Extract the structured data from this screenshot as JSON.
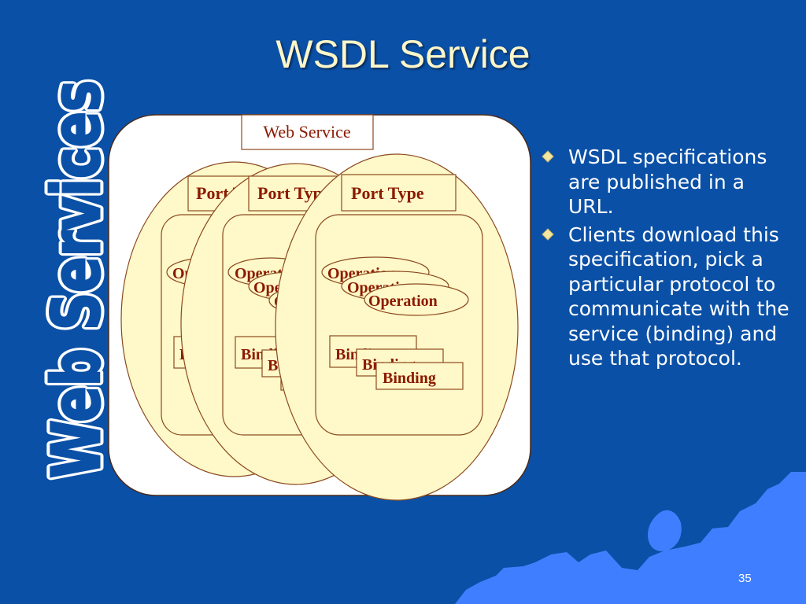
{
  "slide": {
    "title": "WSDL Service",
    "side_logo_text": "Web Services",
    "page_number": "35"
  },
  "diagram": {
    "service_label": "Web Service",
    "port_type_label": "Port Type",
    "operation_label": "Operation",
    "binding_label": "Binding"
  },
  "bullets": [
    "WSDL specifications are published in a URL.",
    "Clients download this specification, pick a particular protocol to communicate with the service (binding) and use that protocol."
  ],
  "colors": {
    "background": "#0a50a6",
    "title": "#fdf6c8",
    "diagram_text": "#8b1a00",
    "cream_fill": "#fff8c8",
    "bullet": "#f5e7a0"
  }
}
